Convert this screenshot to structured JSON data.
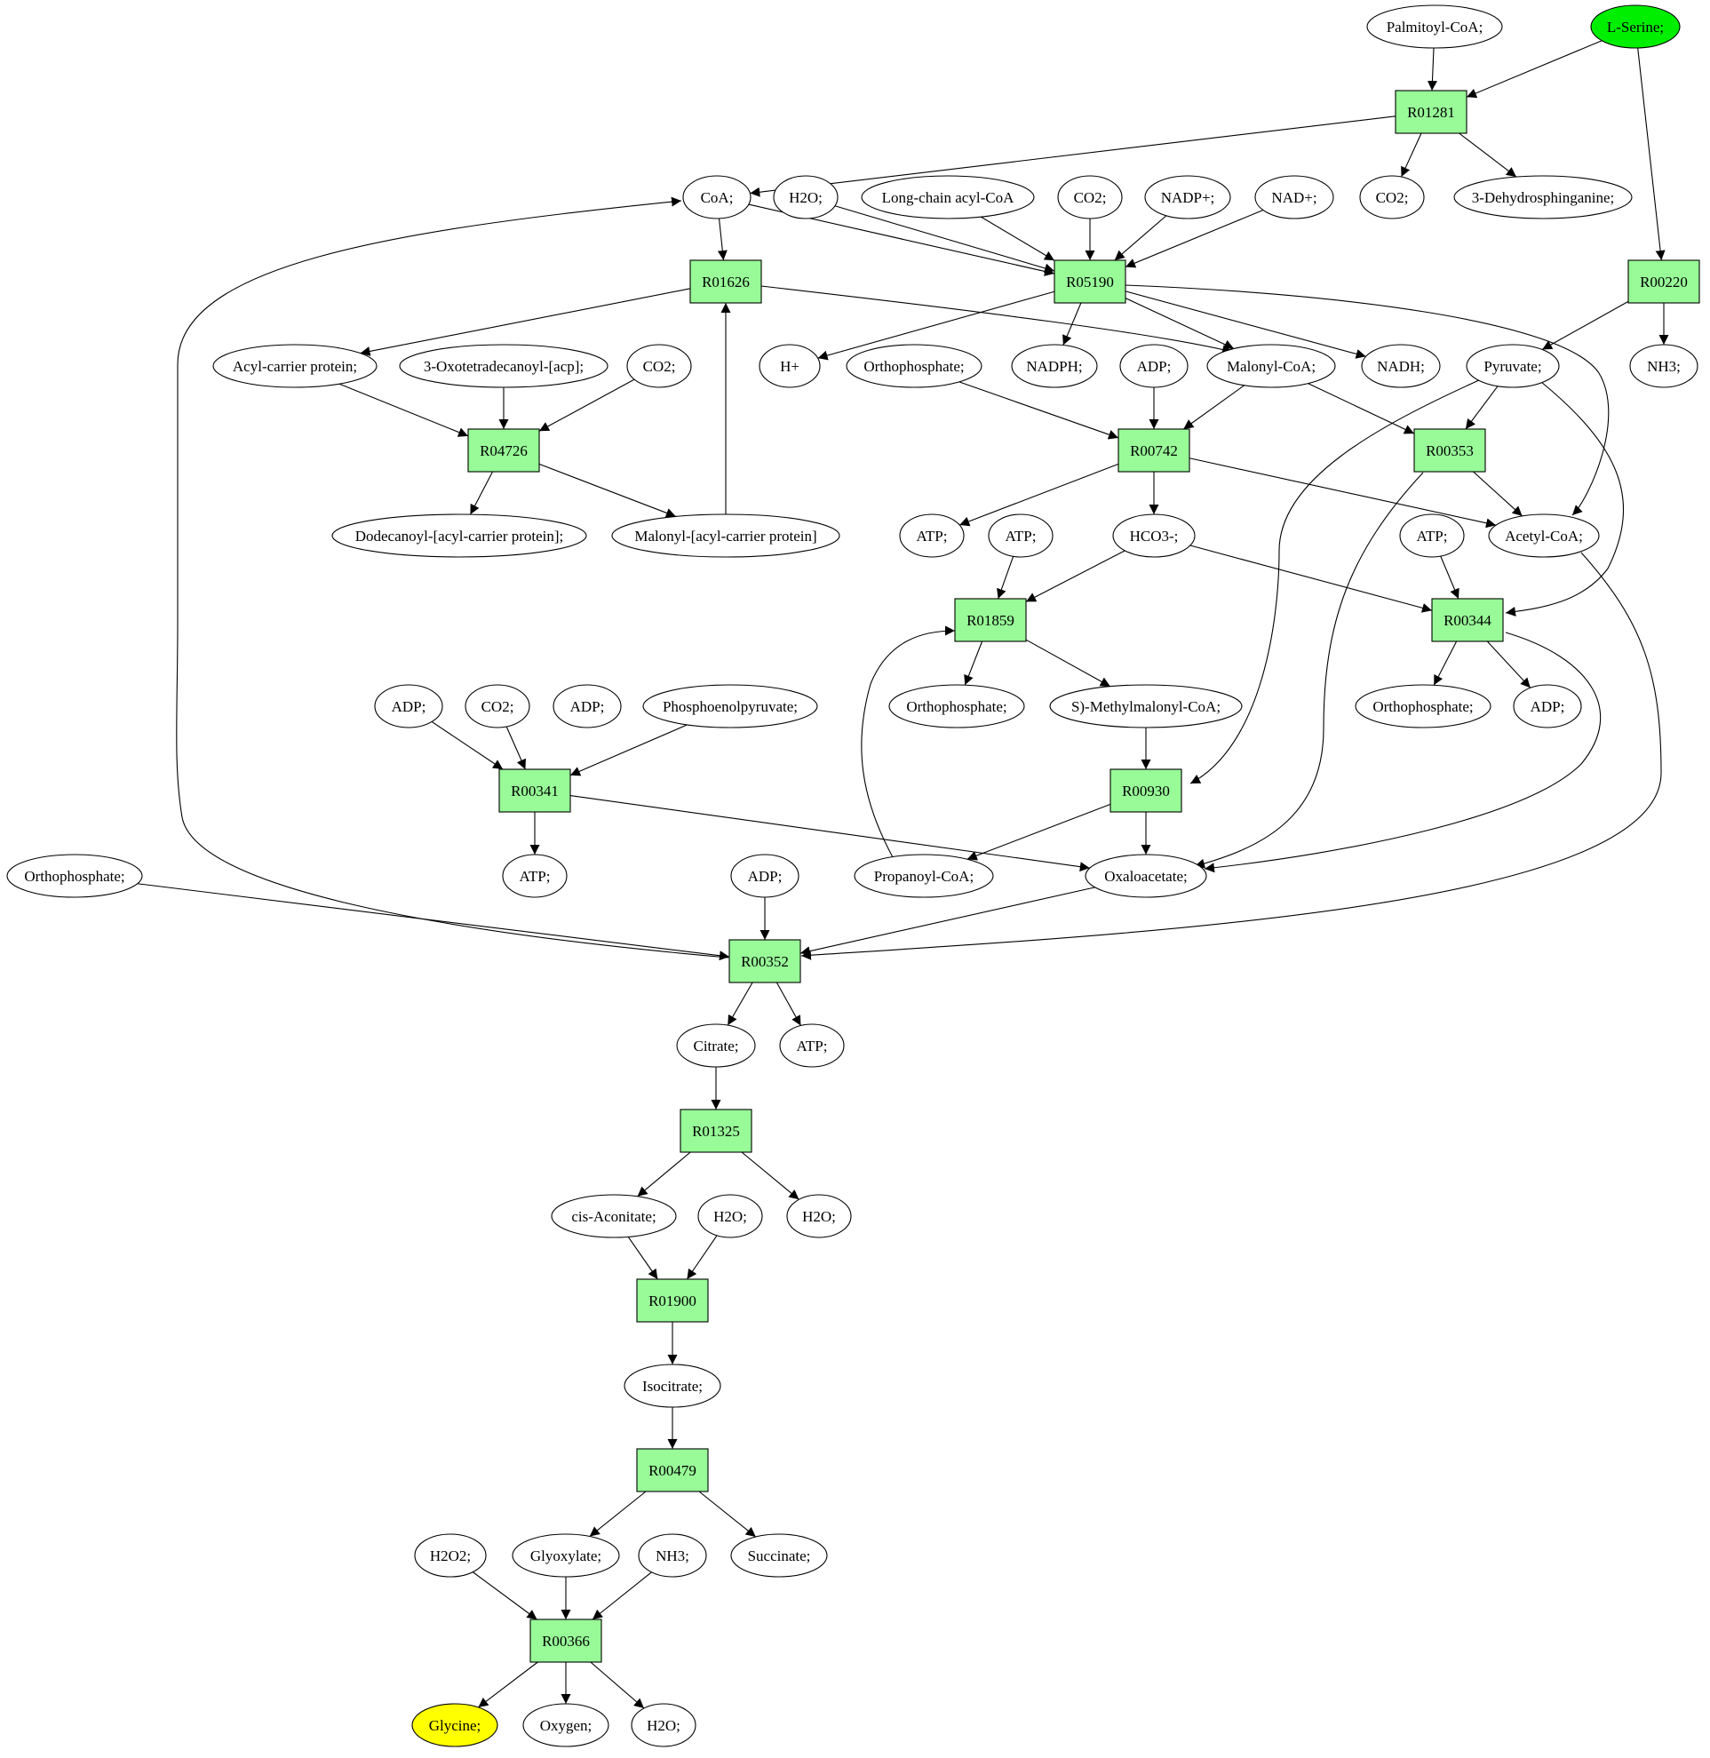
{
  "colors": {
    "reaction_fill": "#98fb98",
    "metabolite_fill": "#ffffff",
    "start_fill": "#00ee00",
    "end_fill": "#ffff00",
    "stroke": "#000000"
  },
  "nodes": {
    "palmitoylcoa": "Palmitoyl-CoA;",
    "lserine": "L-Serine;",
    "r01281": "R01281",
    "coa": "CoA;",
    "h2o_a": "H2O;",
    "longchain": "Long-chain acyl-CoA",
    "co2_a": "CO2;",
    "nadp": "NADP+;",
    "nad": "NAD+;",
    "co2_b": "CO2;",
    "dehydro": "3-Dehydrosphinganine;",
    "r01626": "R01626",
    "r05190": "R05190",
    "r00220": "R00220",
    "acp": "Acyl-carrier protein;",
    "oxotetra": "3-Oxotetradecanoyl-[acp];",
    "co2_c": "CO2;",
    "hplus": "H+",
    "orthophos_a": "Orthophosphate;",
    "nadph": "NADPH;",
    "adp_a": "ADP;",
    "malonylcoa": "Malonyl-CoA;",
    "nadh": "NADH;",
    "pyruvate": "Pyruvate;",
    "nh3_a": "NH3;",
    "r04726": "R04726",
    "r00742": "R00742",
    "r00353": "R00353",
    "dodecanoyl": "Dodecanoyl-[acyl-carrier protein];",
    "malonylacp": "Malonyl-[acyl-carrier protein]",
    "atp_a": "ATP;",
    "atp_b": "ATP;",
    "hco3": "HCO3-;",
    "atp_c": "ATP;",
    "acetylcoa": "Acetyl-CoA;",
    "r01859": "R01859",
    "r00344": "R00344",
    "adp_b": "ADP;",
    "co2_d": "CO2;",
    "adp_c": "ADP;",
    "pep": "Phosphoenolpyruvate;",
    "orthophos_b": "Orthophosphate;",
    "methylmal": "S)-Methylmalonyl-CoA;",
    "orthophos_c": "Orthophosphate;",
    "adp_d": "ADP;",
    "r00341": "R00341",
    "r00930": "R00930",
    "orthophos_d": "Orthophosphate;",
    "adp_e": "ADP;",
    "atp_d": "ATP;",
    "propanoyl": "Propanoyl-CoA;",
    "oxaloacetate": "Oxaloacetate;",
    "r00352": "R00352",
    "citrate": "Citrate;",
    "atp_e": "ATP;",
    "r01325": "R01325",
    "cisaconitate": "cis-Aconitate;",
    "h2o_b": "H2O;",
    "h2o_c": "H2O;",
    "r01900": "R01900",
    "isocitrate": "Isocitrate;",
    "r00479": "R00479",
    "h2o2": "H2O2;",
    "glyoxylate": "Glyoxylate;",
    "nh3_b": "NH3;",
    "succinate": "Succinate;",
    "r00366": "R00366",
    "glycine": "Glycine;",
    "oxygen": "Oxygen;",
    "h2o_d": "H2O;"
  }
}
